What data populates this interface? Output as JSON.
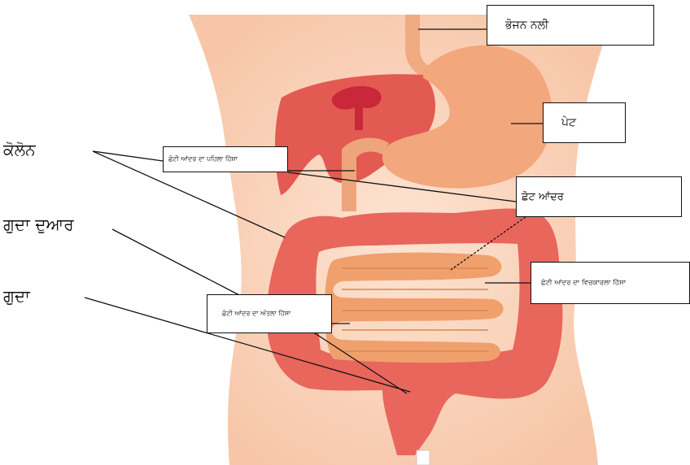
{
  "labels": {
    "esophagus": "ਭੋਜਨ ਨਲੀ",
    "stomach": "ਪੇਟ",
    "colon": "ਕੋਲੋਨ",
    "duodenum": "ਛੋਟੀ ਆਂਦਰ ਦਾ ਪਹਿਲਾ ਹਿੱਸਾ",
    "small_intestine": "ਛੋਟ ਆਂਦਰ",
    "jejunum": "ਛੋਟੀ ਆਂਦਰ ਦਾ ਵਿਚਕਾਰਲਾ ਹਿੱਸਾ",
    "ileum": "ਛੋਟੀ ਆਂਦਰ ਦਾ ਅੰਤਲਾ ਹਿੱਸਾ",
    "anal_canal": "ਗੁਦਾ ਦੁਆਰ",
    "rectum": "ਗੁਦਾ"
  },
  "colors": {
    "skin": "#fbd7c0",
    "organ": "#e8665c",
    "organ_dark": "#c9323a",
    "stomach": "#f3a478",
    "small_intestine": "#f0a06c"
  }
}
